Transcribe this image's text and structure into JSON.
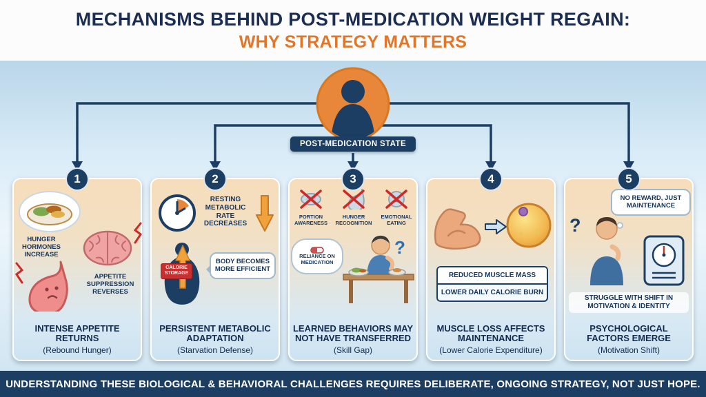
{
  "header": {
    "title_line1": "MECHANISMS BEHIND POST-MEDICATION WEIGHT REGAIN:",
    "title_line2": "WHY STRATEGY MATTERS"
  },
  "center_figure": {
    "badge_label": "POST-MEDICATION STATE"
  },
  "cards": [
    {
      "number": "1",
      "callouts": [
        "HUNGER HORMONES INCREASE",
        "APPETITE SUPPRESSION REVERSES"
      ],
      "title": "INTENSE APPETITE RETURNS",
      "subtitle": "(Rebound Hunger)"
    },
    {
      "number": "2",
      "callouts": [
        "RESTING METABOLIC RATE DECREASES",
        "CALORIE STORAGE",
        "BODY BECOMES MORE EFFICIENT"
      ],
      "title": "PERSISTENT METABOLIC ADAPTATION",
      "subtitle": "(Starvation Defense)"
    },
    {
      "number": "3",
      "callouts": [
        "PORTION AWARENESS",
        "HUNGER RECOGNITION",
        "EMOTIONAL EATING",
        "RELIANCE ON MEDICATION",
        "?"
      ],
      "title": "LEARNED BEHAVIORS MAY NOT HAVE TRANSFERRED",
      "subtitle": "(Skill Gap)"
    },
    {
      "number": "4",
      "callouts": [
        "REDUCED MUSCLE MASS",
        "LOWER DAILY CALORIE BURN"
      ],
      "title": "MUSCLE LOSS AFFECTS MAINTENANCE",
      "subtitle": "(Lower Calorie Expenditure)"
    },
    {
      "number": "5",
      "callouts": [
        "NO REWARD, JUST MAINTENANCE",
        "STRUGGLE WITH SHIFT IN MOTIVATION & IDENTITY",
        "?"
      ],
      "title": "PSYCHOLOGICAL FACTORS EMERGE",
      "subtitle": "(Motivation Shift)"
    }
  ],
  "footer": {
    "text": "UNDERSTANDING THESE BIOLOGICAL & BEHAVIORAL CHALLENGES REQUIRES DELIBERATE, ONGOING STRATEGY, NOT JUST HOPE."
  },
  "colors": {
    "navy": "#1d3e63",
    "header_navy": "#1b2e52",
    "orange": "#e8873a",
    "header_orange": "#e0762a",
    "red_accent": "#cc2a2a",
    "background_blue": "#d9ecf7",
    "card_peach": "#f6ddbb"
  },
  "icon_names": [
    "person-silhouette-icon",
    "food-plate-icon",
    "stomach-icon",
    "brain-icon",
    "stress-spark-icon",
    "clock-icon",
    "decrease-arrow-icon",
    "body-silhouette-icon",
    "increase-arrow-icon",
    "portion-plate-icon",
    "hunger-stomach-icon",
    "emotional-face-icon",
    "pill-icon",
    "person-eating-icon",
    "muscle-arm-icon",
    "arrow-right-icon",
    "fat-cell-icon",
    "person-thinking-icon",
    "scale-icon",
    "question-mark"
  ]
}
